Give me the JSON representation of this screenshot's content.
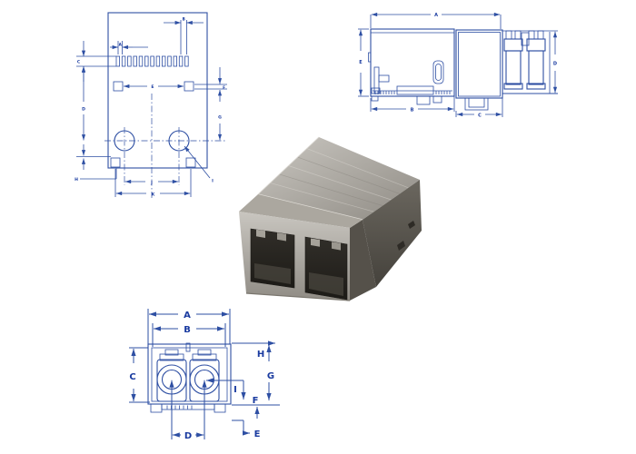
{
  "colors": {
    "line": "#2e4fa3",
    "label": "#1a3ba0",
    "background": "#ffffff",
    "metal_light": "#c9c6c0",
    "metal_mid": "#908c85",
    "metal_side": "#6b675f",
    "metal_dark": "#45423c",
    "port_dark": "#26231f"
  },
  "views": {
    "footprint": {
      "labels": {
        "a": "A",
        "b": "B",
        "c": "C",
        "d": "D",
        "e": "E",
        "f": "F",
        "g": "G",
        "h": "H",
        "i": "I",
        "j": "J",
        "k": "K"
      }
    },
    "side": {
      "labels": {
        "a": "A",
        "b": "B",
        "c": "C",
        "d": "D",
        "e": "E"
      }
    },
    "front": {
      "labels": {
        "a": "A",
        "b": "B",
        "c": "C",
        "d": "D",
        "e": "E",
        "f": "F",
        "g": "G",
        "h": "H",
        "i": "I"
      }
    }
  }
}
